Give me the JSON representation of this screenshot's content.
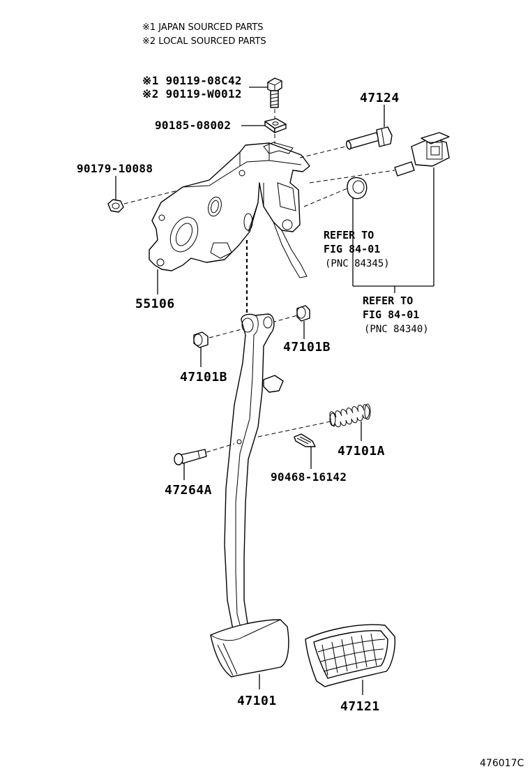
{
  "notes": {
    "japan": "※1 JAPAN SOURCED PARTS",
    "local": "※2 LOCAL SOURCED PARTS"
  },
  "parts": {
    "bolt_japan": "※1 90119-08C42",
    "bolt_local": "※2 90119-W0012",
    "clip_nut": "90185-08002",
    "nut": "90179-10088",
    "bracket": "55106",
    "pin_shaft": "47124",
    "bushing_right": "47101B",
    "bushing_left": "47101B",
    "return_spring": "47101A",
    "clip": "90468-16142",
    "pin": "47264A",
    "pedal_arm": "47101",
    "pedal_pad": "47121"
  },
  "references": {
    "stop_switch_cushion": [
      "REFER TO",
      "FIG 84-01",
      "(PNC 84345)"
    ],
    "stop_switch": [
      "REFER TO",
      "FIG 84-01",
      "(PNC 84340)"
    ]
  },
  "figure_number": "476017C"
}
